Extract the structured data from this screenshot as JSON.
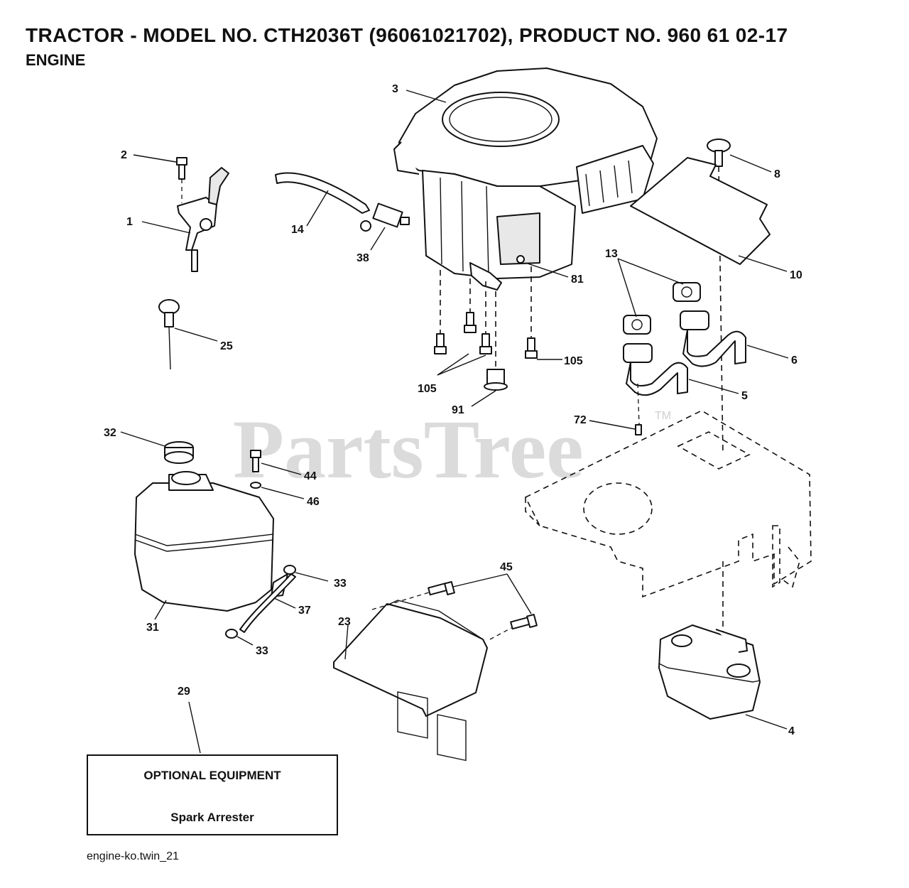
{
  "header": {
    "title": "TRACTOR - MODEL NO. CTH2036T (96061021702), PRODUCT NO. 960 61 02-17",
    "subtitle": "ENGINE"
  },
  "watermark": {
    "text": "PartsTree",
    "trademark": "TM"
  },
  "callouts": {
    "c1": "1",
    "c2": "2",
    "c3": "3",
    "c4": "4",
    "c5": "5",
    "c6": "6",
    "c8": "8",
    "c10": "10",
    "c13": "13",
    "c14": "14",
    "c23": "23",
    "c25": "25",
    "c29": "29",
    "c31": "31",
    "c32": "32",
    "c33a": "33",
    "c33b": "33",
    "c37": "37",
    "c38": "38",
    "c44": "44",
    "c45": "45",
    "c46": "46",
    "c72": "72",
    "c81": "81",
    "c91": "91",
    "c105a": "105",
    "c105b": "105"
  },
  "optional_equipment": {
    "title": "OPTIONAL EQUIPMENT",
    "item": "Spark Arrester"
  },
  "footer": {
    "diagram_id": "engine-ko.twin_21"
  }
}
